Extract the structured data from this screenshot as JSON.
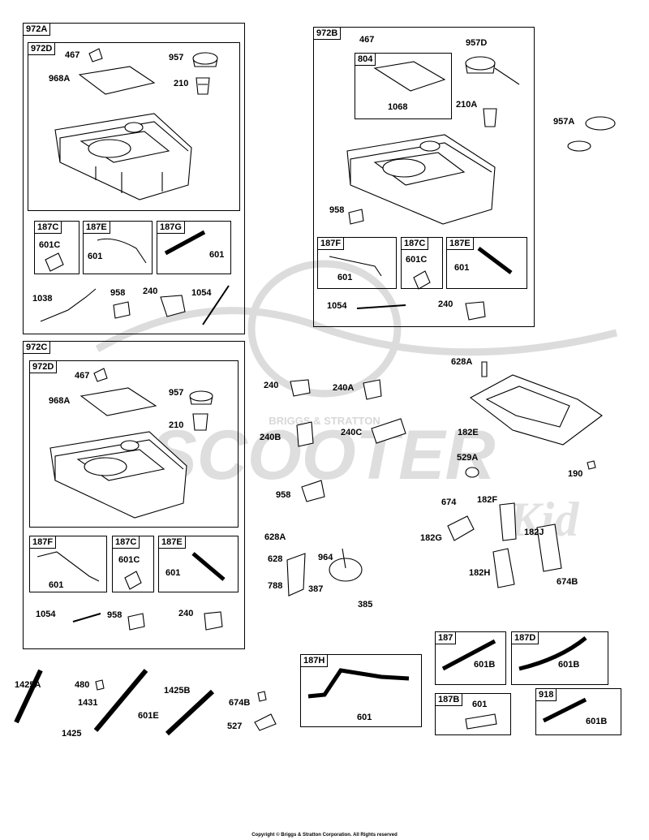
{
  "colors": {
    "ink": "#000000",
    "watermark": "#d9d9d9"
  },
  "watermark": {
    "text": "SCOOTER",
    "subtext": "BRIGGS & STRATTON",
    "script": "Kid"
  },
  "groups": {
    "g972a": "972A",
    "g972d_top": "972D",
    "g187c_a": "187C",
    "g187e_a": "187E",
    "g187g": "187G",
    "g972b": "972B",
    "g804": "804",
    "g187f_b": "187F",
    "g187c_b": "187C",
    "g187e_b": "187E",
    "g972c": "972C",
    "g972d_bot": "972D",
    "g187f_c": "187F",
    "g187c_c": "187C",
    "g187e_c": "187E",
    "g187h": "187H",
    "g187": "187",
    "g187d": "187D",
    "g187b": "187B",
    "g918": "918"
  },
  "parts": {
    "p467_a": "467",
    "p957_a": "957",
    "p968a_a": "968A",
    "p210_a": "210",
    "p601c_a": "601C",
    "p601_ae": "601",
    "p601_ag": "601",
    "p1038": "1038",
    "p958_a": "958",
    "p240_a": "240",
    "p1054_a": "1054",
    "p467_b": "467",
    "p957d": "957D",
    "p1068": "1068",
    "p210a": "210A",
    "p957a": "957A",
    "p958_b": "958",
    "p601_bf": "601",
    "p601c_b": "601C",
    "p601_be": "601",
    "p1054_b": "1054",
    "p240_b": "240",
    "p467_c": "467",
    "p968a_c": "968A",
    "p957_c": "957",
    "p210_c": "210",
    "p601_cf": "601",
    "p601c_c": "601C",
    "p601_ce": "601",
    "p1054_c": "1054",
    "p958_c": "958",
    "p240_c": "240",
    "p240_m": "240",
    "p240a": "240A",
    "p240b": "240B",
    "p240c": "240C",
    "p958_m": "958",
    "p628a_m": "628A",
    "p628": "628",
    "p788": "788",
    "p964": "964",
    "p387": "387",
    "p385": "385",
    "p628a_r": "628A",
    "p182e": "182E",
    "p529a": "529A",
    "p190": "190",
    "p674": "674",
    "p182f": "182F",
    "p182g": "182G",
    "p182j": "182J",
    "p182h": "182H",
    "p674b_r": "674B",
    "p1425a": "1425A",
    "p480": "480",
    "p1431": "1431",
    "p1425b": "1425B",
    "p1425": "1425",
    "p601e": "601E",
    "p674b_b": "674B",
    "p527": "527",
    "p601_h": "601",
    "p601b_187": "601B",
    "p601b_187d": "601B",
    "p601_187b": "601",
    "p601b_918": "601B"
  },
  "footer": {
    "copyright": "Copyright © Briggs & Stratton Corporation. All Rights reserved"
  }
}
